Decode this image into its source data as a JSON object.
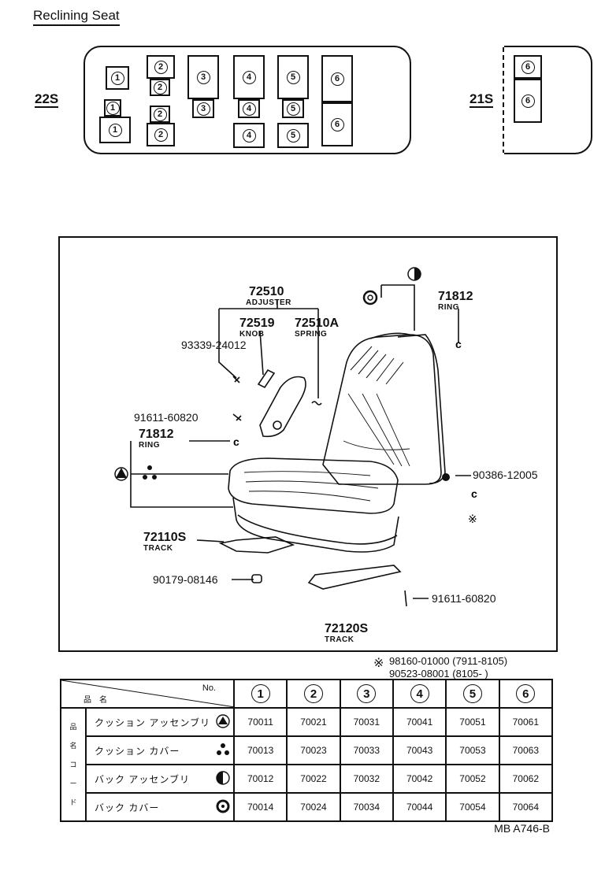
{
  "title": "Reclining Seat",
  "models": {
    "left": "22S",
    "right": "21S"
  },
  "callouts": {
    "adjuster_pn": "72510",
    "adjuster_lbl": "ADJUSTER",
    "knob_pn": "72519",
    "knob_lbl": "KNOB",
    "spring_pn": "72510A",
    "spring_lbl": "SPRING",
    "screw_pn": "93339-24012",
    "bolt1_pn": "91611-60820",
    "ring1_pn": "71812",
    "ring1_lbl": "RING",
    "ring2_pn": "71812",
    "ring2_lbl": "RING",
    "pin_pn": "90386-12005",
    "track1_pn": "72110S",
    "track1_lbl": "TRACK",
    "cap_pn": "90179-08146",
    "bolt2_pn": "91611-60820",
    "track2_pn": "72120S",
    "track2_lbl": "TRACK"
  },
  "notes": [
    "98160-01000 (7911-8105)",
    "90523-08001 (8105-      )"
  ],
  "note_symbol": "※",
  "table": {
    "header_name": "品　名",
    "header_no": "No.",
    "side_label": [
      "品",
      "名",
      "コ",
      "ー",
      "ド"
    ],
    "columns": [
      "1",
      "2",
      "3",
      "4",
      "5",
      "6"
    ],
    "rows": [
      {
        "name": "クッション アッセンブリ",
        "icon": "triangle-icon",
        "codes": [
          "70011",
          "70021",
          "70031",
          "70041",
          "70051",
          "70061"
        ]
      },
      {
        "name": "クッション カバー",
        "icon": "trefoil-icon",
        "codes": [
          "70013",
          "70023",
          "70033",
          "70043",
          "70053",
          "70063"
        ]
      },
      {
        "name": "バック アッセンブリ",
        "icon": "half-circle-icon",
        "codes": [
          "70012",
          "70022",
          "70032",
          "70042",
          "70052",
          "70062"
        ]
      },
      {
        "name": "バック カバー",
        "icon": "ring-icon",
        "codes": [
          "70014",
          "70024",
          "70034",
          "70044",
          "70054",
          "70064"
        ]
      }
    ]
  },
  "footer": "MB A746-B",
  "grid_labels": {
    "c1": "1",
    "c2": "2",
    "c3": "3",
    "c4": "4",
    "c5": "5",
    "c6": "6"
  }
}
